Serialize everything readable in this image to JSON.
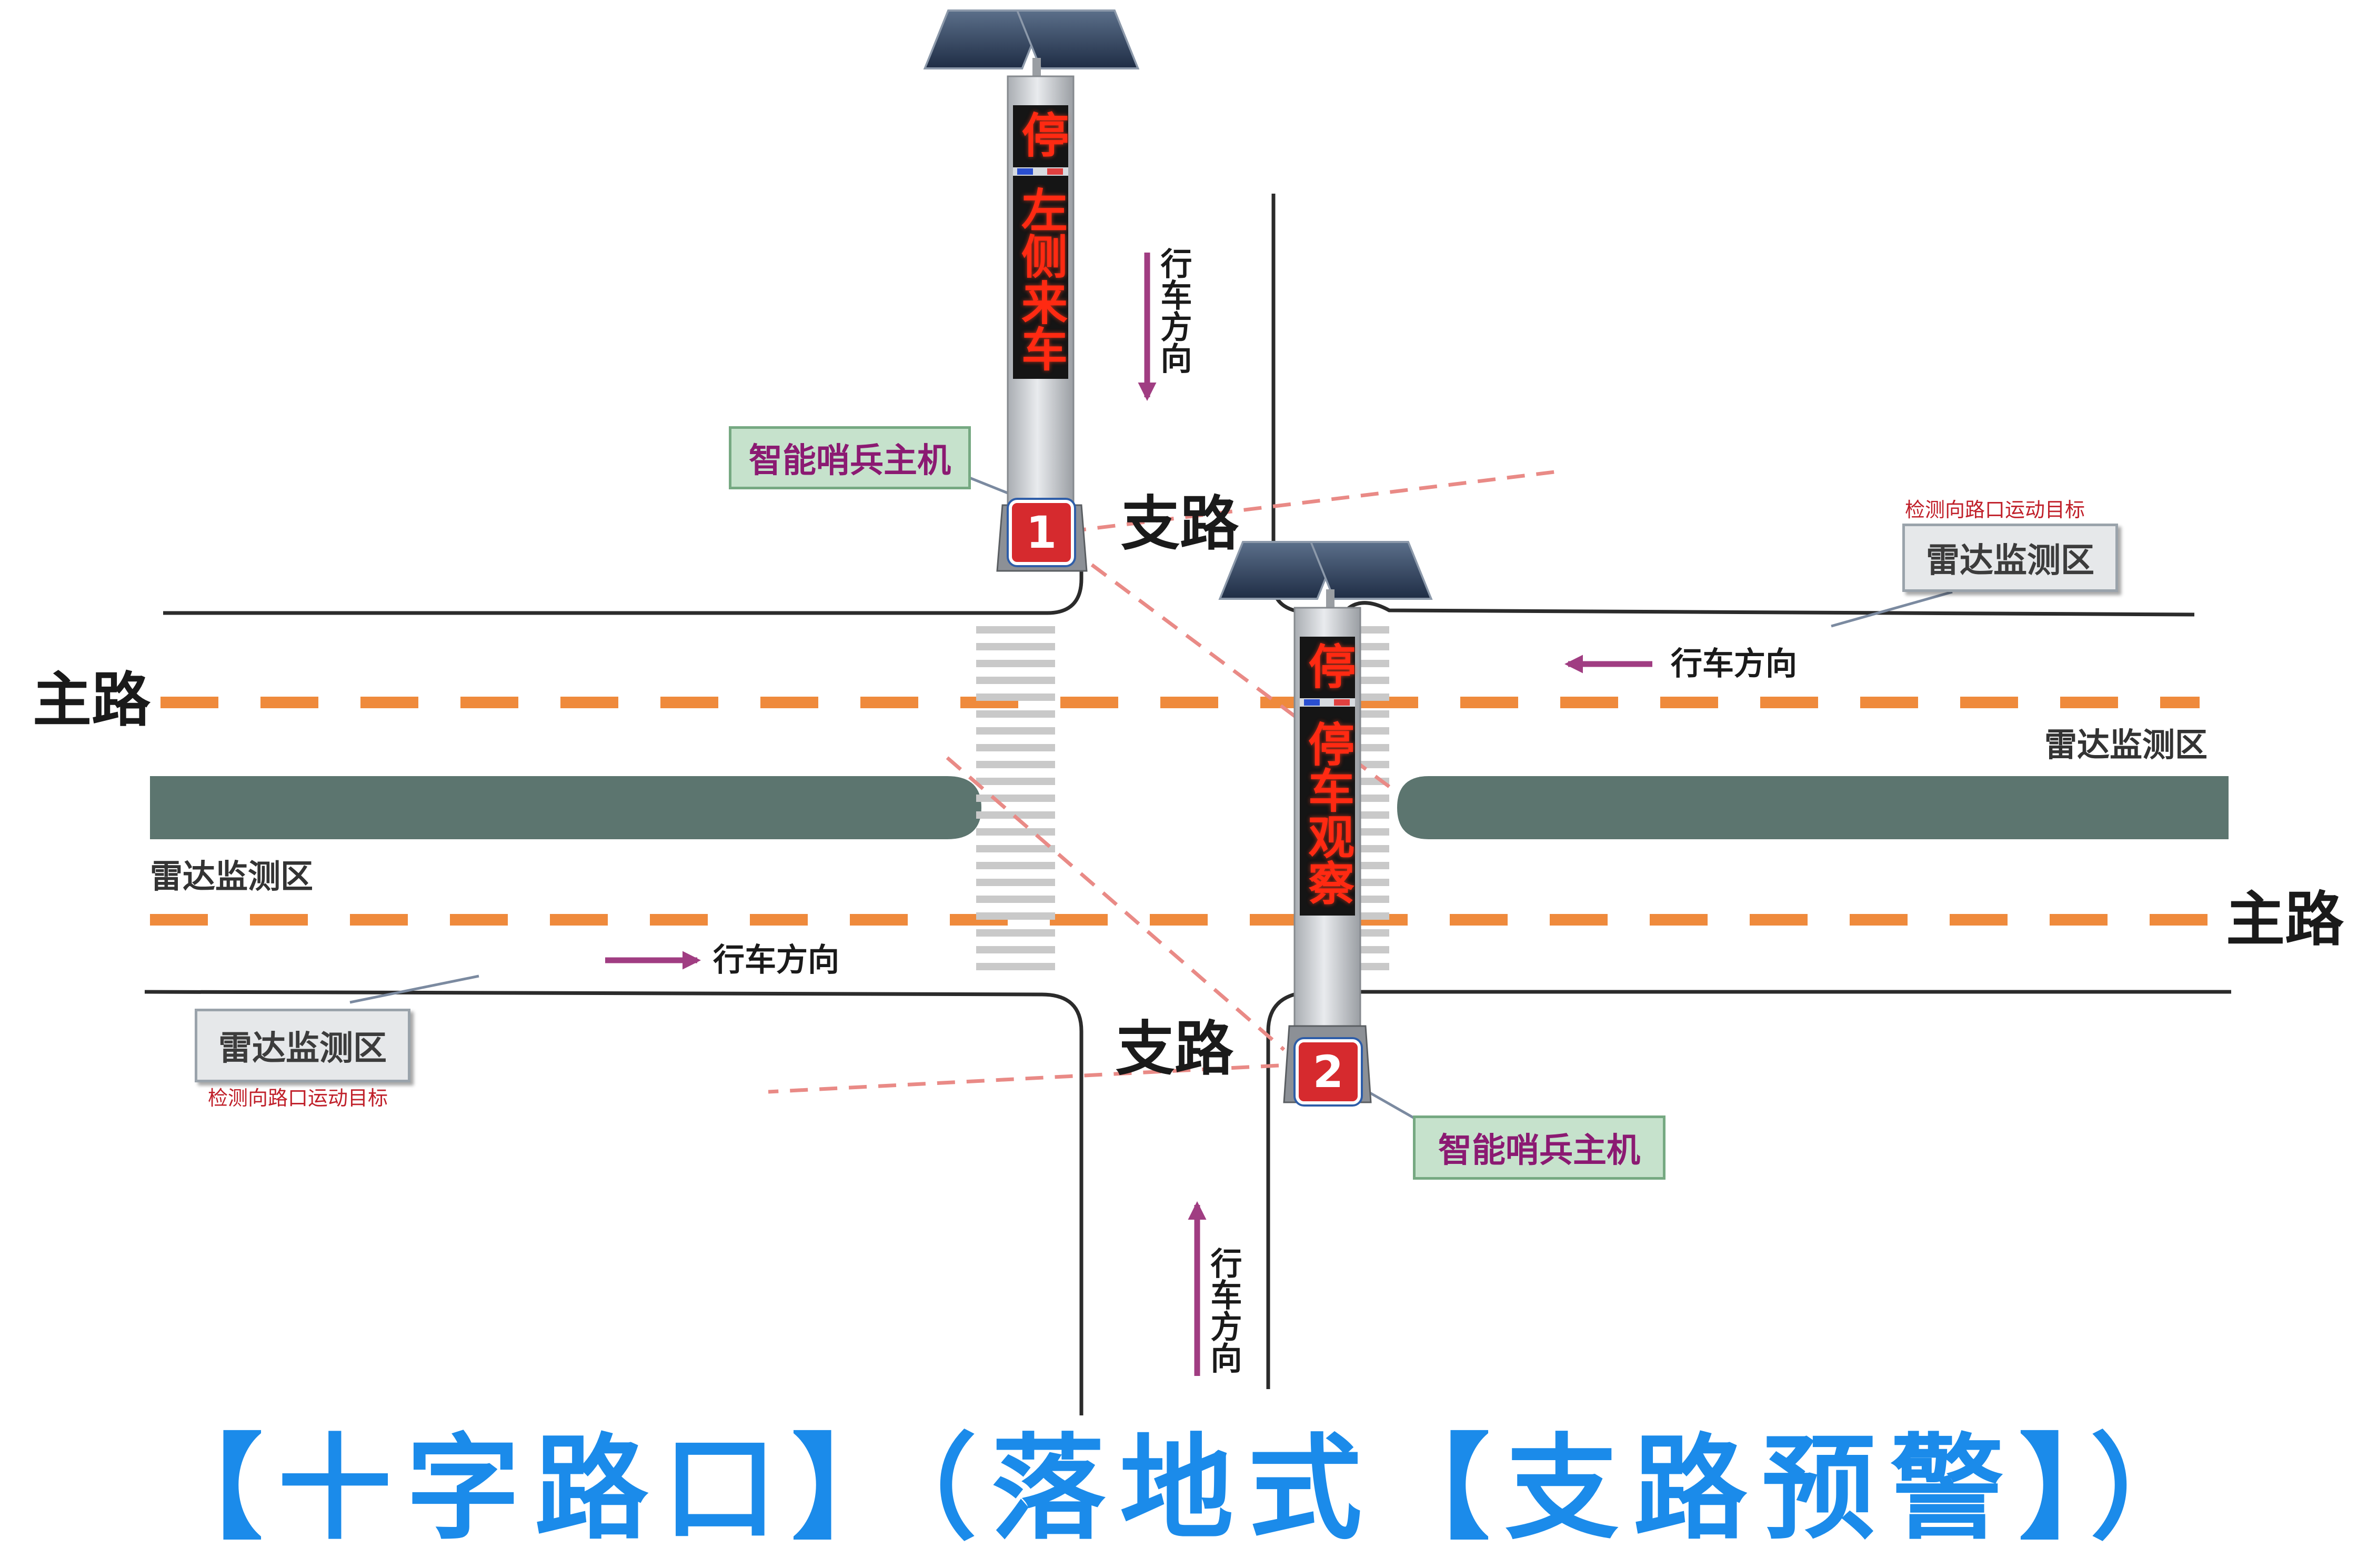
{
  "title": "【十字路口】（落地式【支路预警】）",
  "roads": {
    "main_left": "主路",
    "main_right": "主路",
    "branch_top": "支路",
    "branch_bottom": "支路"
  },
  "direction_label": "行车方向",
  "radar_zone": "雷达监测区",
  "detect_note": "检测向路口运动目标",
  "host_label": "智能哨兵主机",
  "devices": [
    {
      "badge": "1",
      "led_top": "停",
      "led_bottom": "左侧来车"
    },
    {
      "badge": "2",
      "led_top": "停",
      "led_bottom": "停车观察"
    }
  ],
  "colors": {
    "title": "#1b8bea",
    "lane_dash": "#ef8a3c",
    "median": "#5c756f",
    "radar_beam": "#e98a86",
    "arrow": "#a03d82",
    "led": "#ff2a12",
    "badge": "#d62a2e"
  }
}
